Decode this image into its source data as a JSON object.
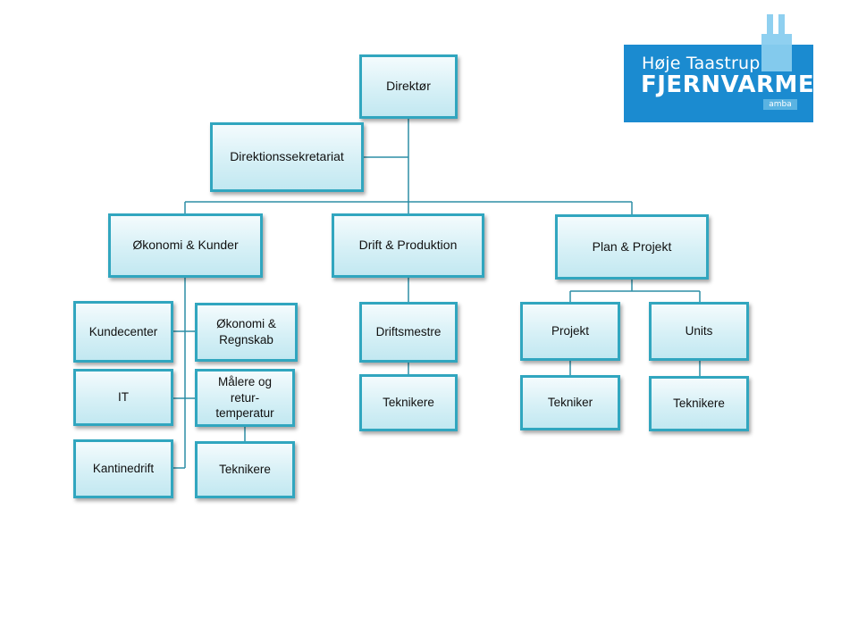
{
  "logo": {
    "line1": "Høje Taastrup",
    "line2": "FJERNVARME",
    "tag": "amba",
    "colors": {
      "primary": "#1b8bd0",
      "chimney": "#8fd0f0"
    }
  },
  "colors": {
    "box_border": "#31a6bf",
    "box_fill": "#d6f0f6",
    "connector": "#2d8ea6"
  },
  "org": {
    "director": "Direktør",
    "secretariat": "Direktionssekretariat",
    "economy": {
      "label": "Økonomi & Kunder",
      "customer_center": "Kundecenter",
      "accounting": "Økonomi & Regnskab",
      "it": "IT",
      "meters": "Målere og retur-temperatur",
      "canteen": "Kantinedrift",
      "technicians": "Teknikere"
    },
    "operations": {
      "label": "Drift & Produktion",
      "supervisors": "Driftsmestre",
      "technicians": "Teknikere"
    },
    "planning": {
      "label": "Plan & Projekt",
      "project": "Projekt",
      "project_technician": "Tekniker",
      "units": "Units",
      "units_technicians": "Teknikere"
    }
  }
}
